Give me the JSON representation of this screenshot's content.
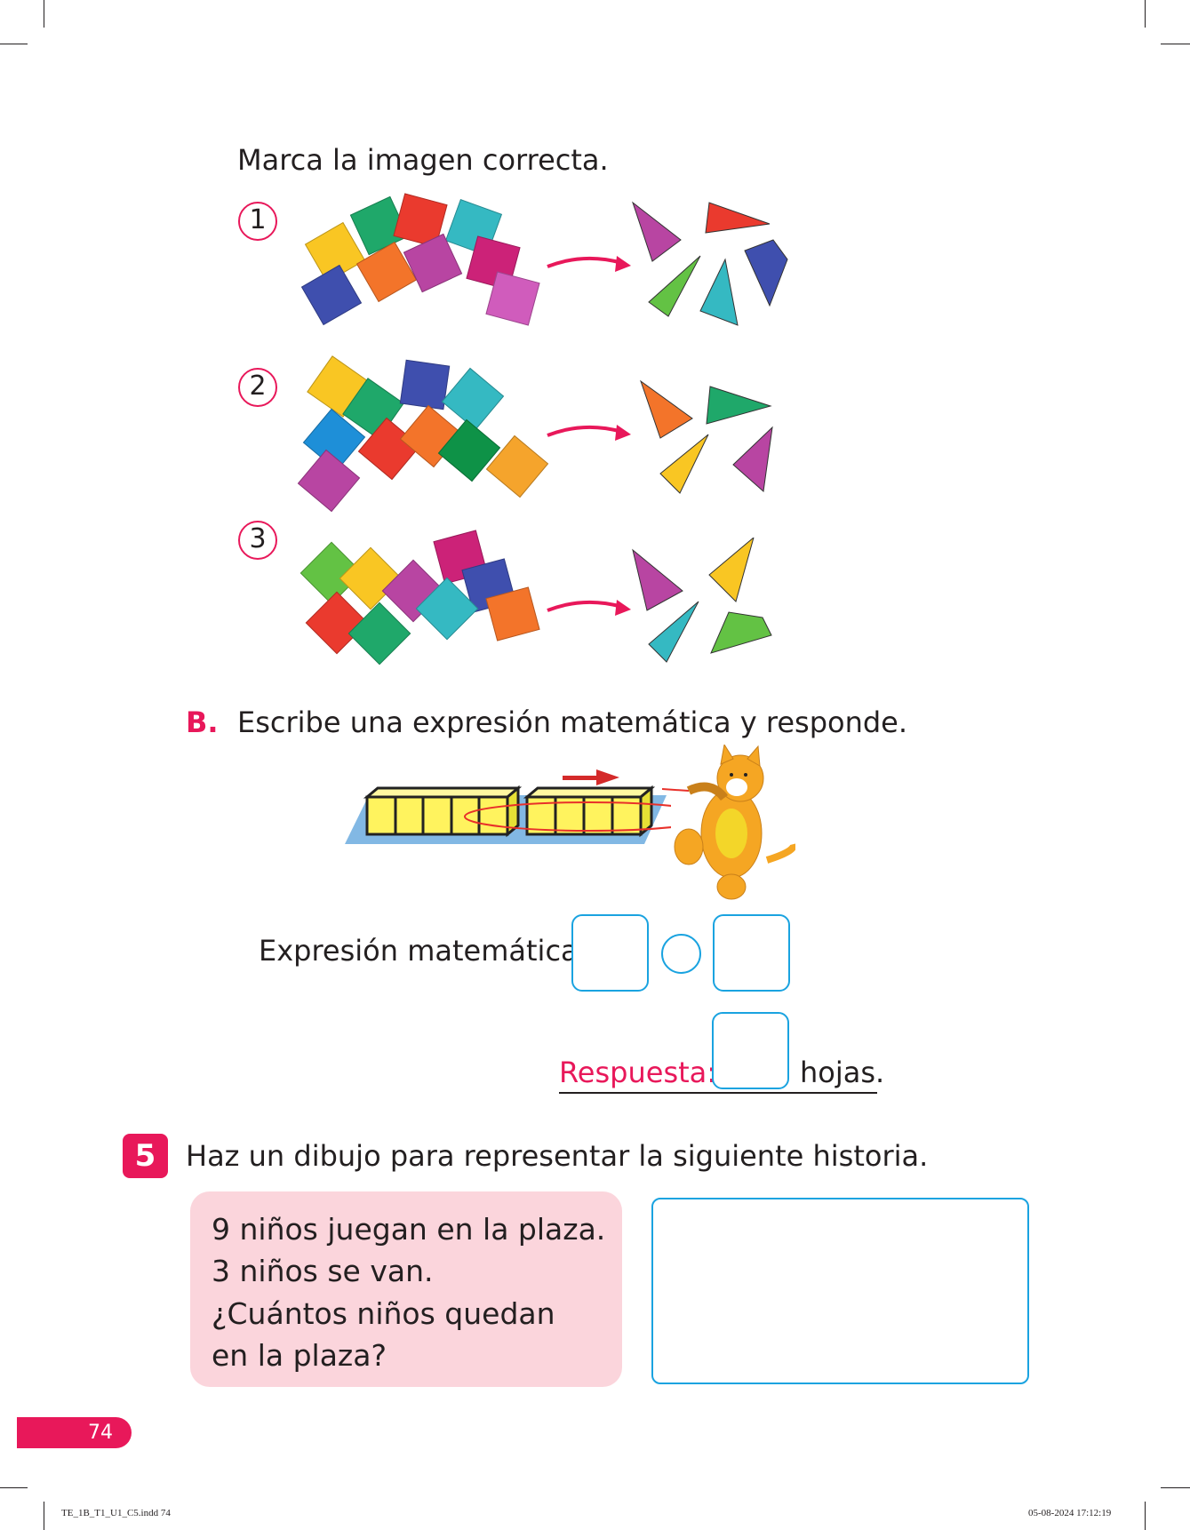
{
  "instruction": "Marca la imagen correcta.",
  "options": [
    {
      "label": "1"
    },
    {
      "label": "2"
    },
    {
      "label": "3"
    }
  ],
  "section_b": {
    "letter": "B.",
    "instruction": "Escribe una expresión matemática y responde.",
    "expression_label": "Expresión matemática:",
    "answer_label": "Respuesta:",
    "answer_unit": "hojas."
  },
  "exercise5": {
    "number": "5",
    "instruction": "Haz un dibujo para representar la siguiente historia.",
    "story": [
      "9 niños juegan en la plaza.",
      "3 niños se van.",
      "¿Cuántos niños quedan",
      "en la plaza?"
    ]
  },
  "page_number": "74",
  "footer": {
    "file": "TE_1B_T1_U1_C5.indd  74",
    "timestamp": "05-08-2024  17:12:19"
  },
  "colors": {
    "accent": "#e8185a",
    "box_border": "#1aa3e0",
    "story_bg": "#fbd5dc"
  }
}
